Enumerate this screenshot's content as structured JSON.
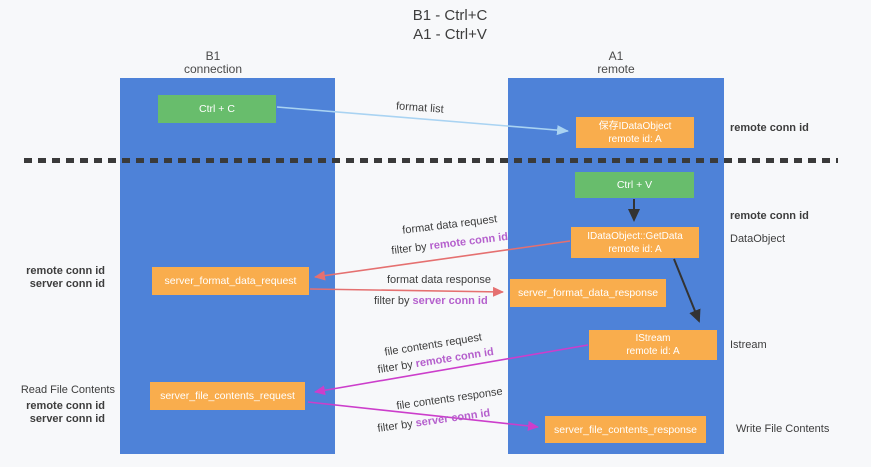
{
  "title": {
    "line1": "B1 - Ctrl+C",
    "line2": "A1 - Ctrl+V"
  },
  "lanes": {
    "left": {
      "title": "B1",
      "subtitle": "connection"
    },
    "right": {
      "title": "A1",
      "subtitle": "remote"
    }
  },
  "nodes": {
    "ctrl_c": {
      "label": "Ctrl + C"
    },
    "ctrl_v": {
      "label": "Ctrl + V"
    },
    "save_dataobject": {
      "line1": "保存IDataObject",
      "line2": "remote id: A"
    },
    "getdata": {
      "line1": "IDataObject::GetData",
      "line2": "remote id: A"
    },
    "istream": {
      "line1": "IStream",
      "line2": "remote id: A"
    },
    "format_request": {
      "label": "server_format_data_request"
    },
    "format_response": {
      "label": "server_format_data_response"
    },
    "file_request": {
      "label": "server_file_contents_request"
    },
    "file_response": {
      "label": "server_file_contents_response"
    }
  },
  "edge_labels": {
    "format_list": "format list",
    "format_data_request": "format data request",
    "format_data_response": "format data response",
    "file_contents_request": "file contents request",
    "file_contents_response": "file contents response",
    "filter_by": "filter by ",
    "remote_conn_id": "remote conn id",
    "server_conn_id": "server conn id"
  },
  "annotations": {
    "remote_conn_id_top_right": "remote conn id",
    "remote_conn_id_mid_right": "remote conn id",
    "dataobject": "DataObject",
    "istream": "Istream",
    "write_file_contents": "Write File Contents",
    "read_file_contents": "Read File Contents",
    "remote_conn_id_left_1": "remote conn id",
    "server_conn_id_left_1": "server conn id",
    "remote_conn_id_left_2": "remote conn id",
    "server_conn_id_left_2": "server conn id"
  },
  "colors": {
    "lane_blue": "#4e82d8",
    "node_green": "#68bd6c",
    "node_orange": "#f9ad4d",
    "purple_text": "#b560cd",
    "green_text": "#56b856",
    "arrow_light_blue": "#a9d3f2",
    "arrow_red": "#e57070",
    "arrow_magenta": "#cc3ecb",
    "arrow_black": "#333333"
  }
}
